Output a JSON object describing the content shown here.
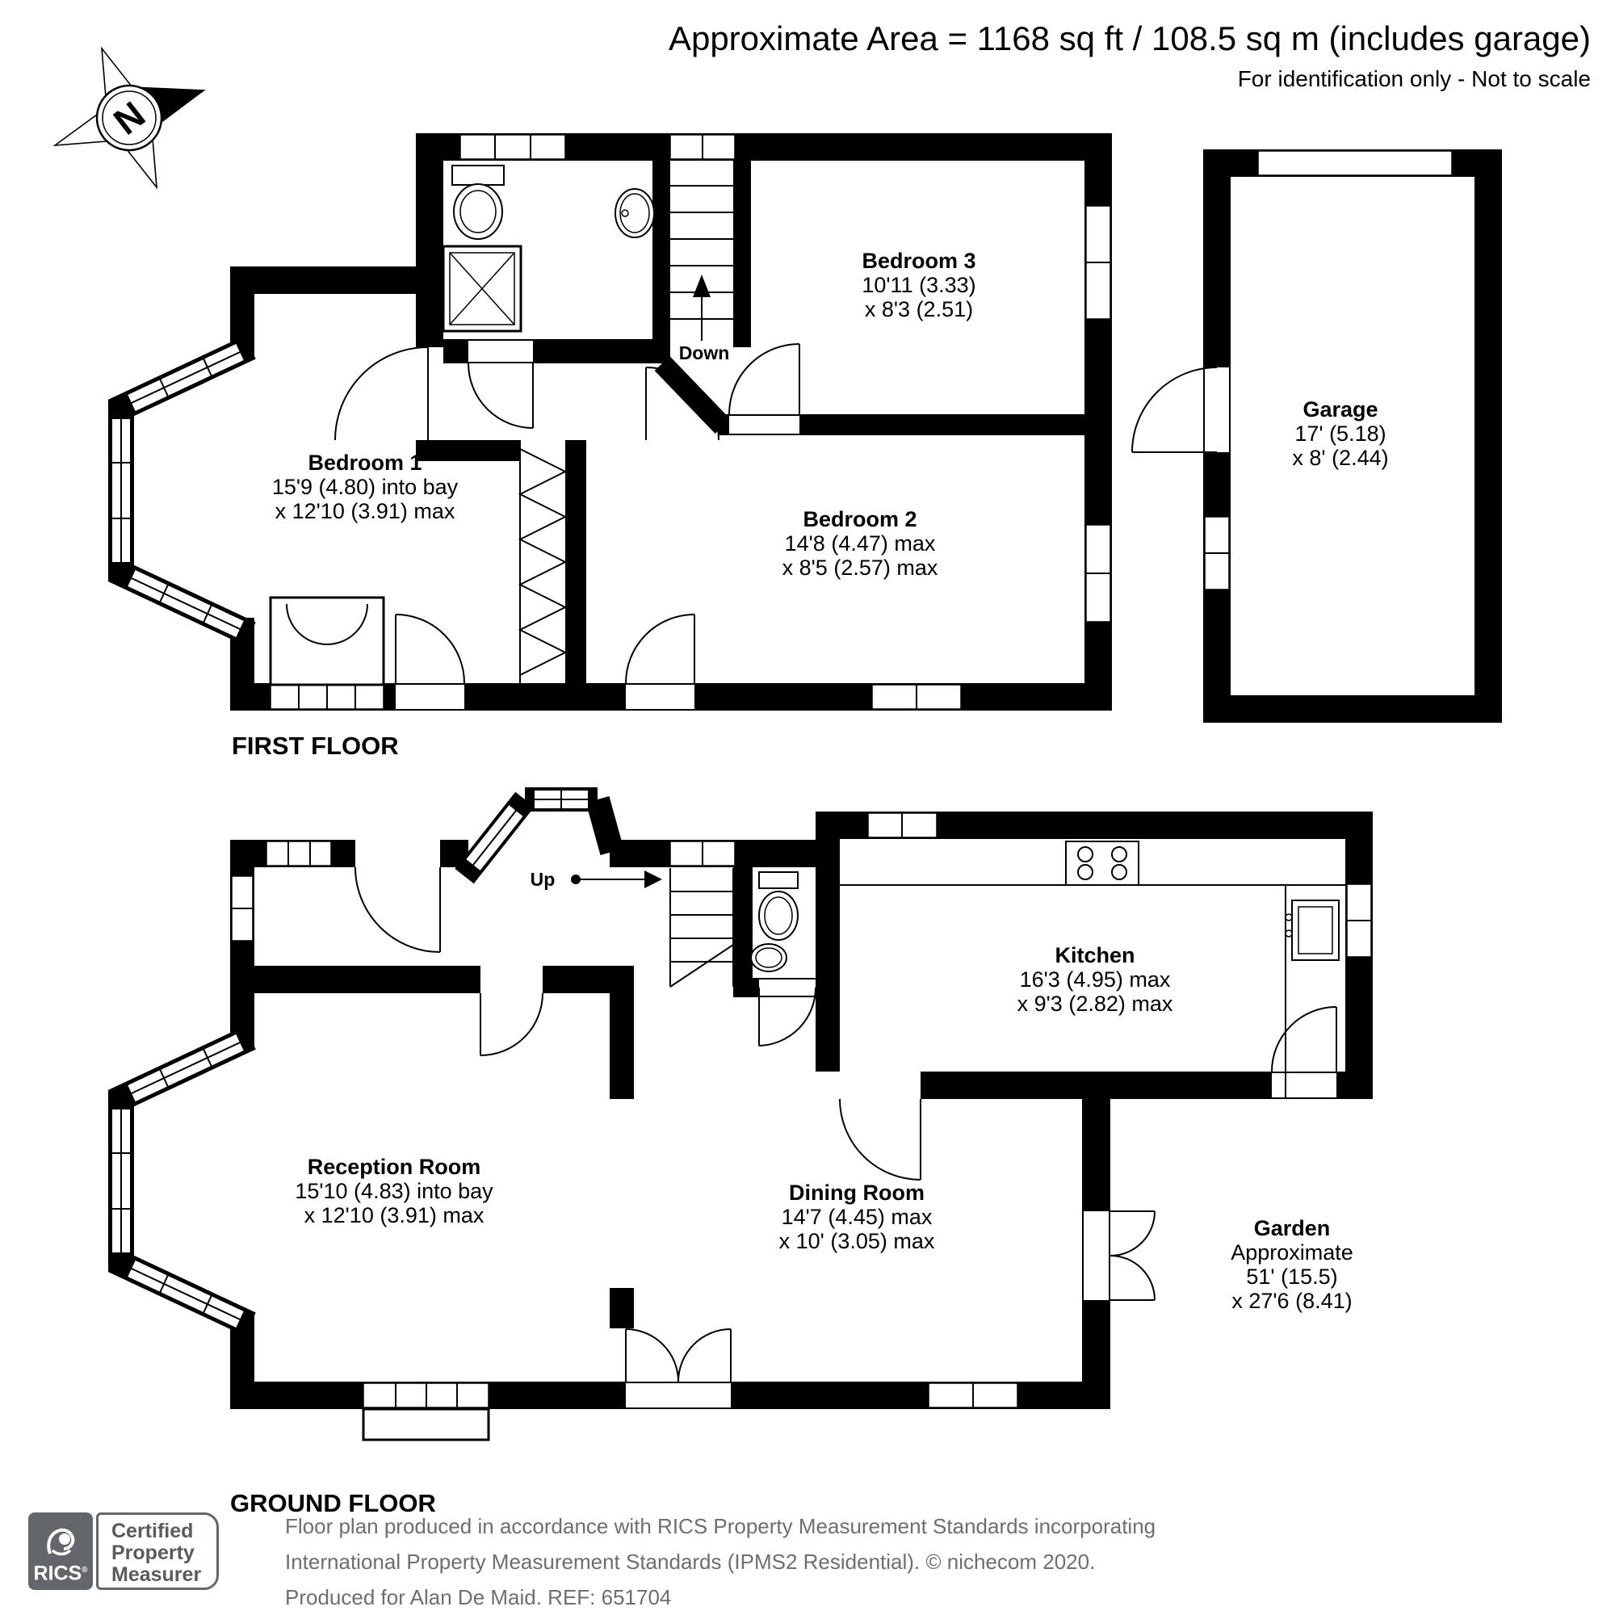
{
  "header": {
    "title": "Approximate Area = 1168 sq ft / 108.5 sq m (includes garage)",
    "subtitle": "For identification only - Not to scale"
  },
  "compass": {
    "letter": "N"
  },
  "floors": {
    "first": "FIRST FLOOR",
    "ground": "GROUND FLOOR"
  },
  "stairs": {
    "down": "Down",
    "up": "Up"
  },
  "rooms": {
    "bedroom1": {
      "name": "Bedroom 1",
      "dim1": "15'9 (4.80) into bay",
      "dim2": "x 12'10 (3.91) max"
    },
    "bedroom2": {
      "name": "Bedroom 2",
      "dim1": "14'8 (4.47) max",
      "dim2": "x 8'5 (2.57) max"
    },
    "bedroom3": {
      "name": "Bedroom 3",
      "dim1": "10'11 (3.33)",
      "dim2": "x 8'3 (2.51)"
    },
    "garage": {
      "name": "Garage",
      "dim1": "17' (5.18)",
      "dim2": "x 8' (2.44)"
    },
    "reception": {
      "name": "Reception Room",
      "dim1": "15'10 (4.83) into bay",
      "dim2": "x 12'10 (3.91) max"
    },
    "dining": {
      "name": "Dining Room",
      "dim1": "14'7 (4.45) max",
      "dim2": "x 10' (3.05) max"
    },
    "kitchen": {
      "name": "Kitchen",
      "dim1": "16'3 (4.95) max",
      "dim2": "x 9'3 (2.82) max"
    },
    "garden": {
      "name": "Garden",
      "dim1": "Approximate",
      "dim2": "51' (15.5)",
      "dim3": "x 27'6 (8.41)"
    }
  },
  "footer": {
    "badge": {
      "org": "RICS",
      "reg": "®",
      "label_line1": "Certified",
      "label_line2": "Property",
      "label_line3": "Measurer"
    },
    "line1": "Floor plan produced in accordance with RICS Property Measurement Standards incorporating",
    "line2": "International Property Measurement Standards (IPMS2 Residential).   © nichecom 2020.",
    "line3": "Produced for Alan De Maid.   REF: 651704"
  },
  "colors": {
    "wall": "#000000",
    "footer_text": "#6d6e71",
    "badge": "#63666a"
  }
}
